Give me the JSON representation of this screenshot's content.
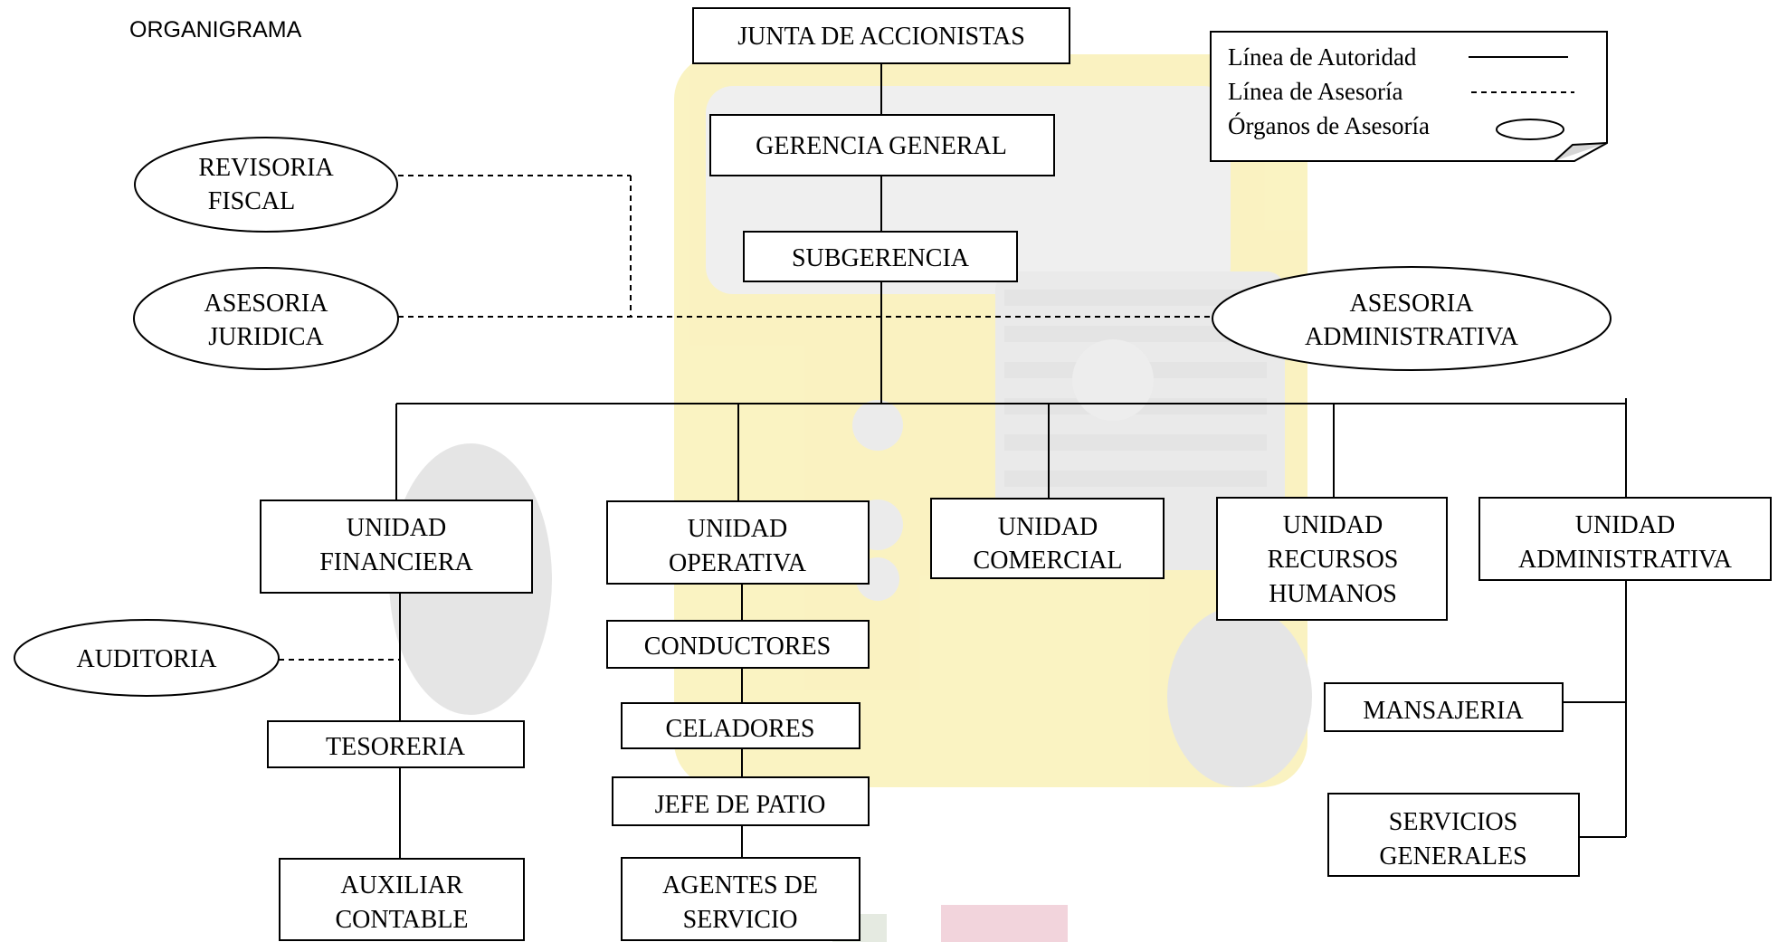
{
  "page_title": "ORGANIGRAMA",
  "legend": {
    "autoridad": "Línea de Autoridad",
    "asesoria": "Línea de Asesoría",
    "organos": "Órganos de Asesoría"
  },
  "nodes": {
    "junta": [
      "JUNTA DE ACCIONISTAS"
    ],
    "gerencia": [
      "GERENCIA GENERAL"
    ],
    "subgerencia": [
      "SUBGERENCIA"
    ],
    "revisoria": [
      "REVISORIA",
      "FISCAL"
    ],
    "asesoria_juridica": [
      "ASESORIA",
      "JURIDICA"
    ],
    "asesoria_administrativa": [
      "ASESORIA",
      "ADMINISTRATIVA"
    ],
    "unidad_financiera": [
      "UNIDAD",
      "FINANCIERA"
    ],
    "unidad_operativa": [
      "UNIDAD",
      "OPERATIVA"
    ],
    "unidad_comercial": [
      "UNIDAD",
      "COMERCIAL"
    ],
    "unidad_rrhh": [
      "UNIDAD",
      "RECURSOS",
      "HUMANOS"
    ],
    "unidad_administrativa": [
      "UNIDAD",
      "ADMINISTRATIVA"
    ],
    "auditoria": [
      "AUDITORIA"
    ],
    "tesoreria": [
      "TESORERIA"
    ],
    "auxiliar_contable": [
      "AUXILIAR",
      "CONTABLE"
    ],
    "conductores": [
      "CONDUCTORES"
    ],
    "celadores": [
      "CELADORES"
    ],
    "jefe_patio": [
      "JEFE DE PATIO"
    ],
    "agentes_servicio": [
      "AGENTES DE",
      "SERVICIO"
    ],
    "mansajeria": [
      "MANSAJERIA"
    ],
    "servicios_generales": [
      "SERVICIOS",
      "GENERALES"
    ]
  },
  "colors": {
    "background_art": "#f4e27a",
    "truck_grey": "#d9d9d9",
    "line": "#000000"
  }
}
